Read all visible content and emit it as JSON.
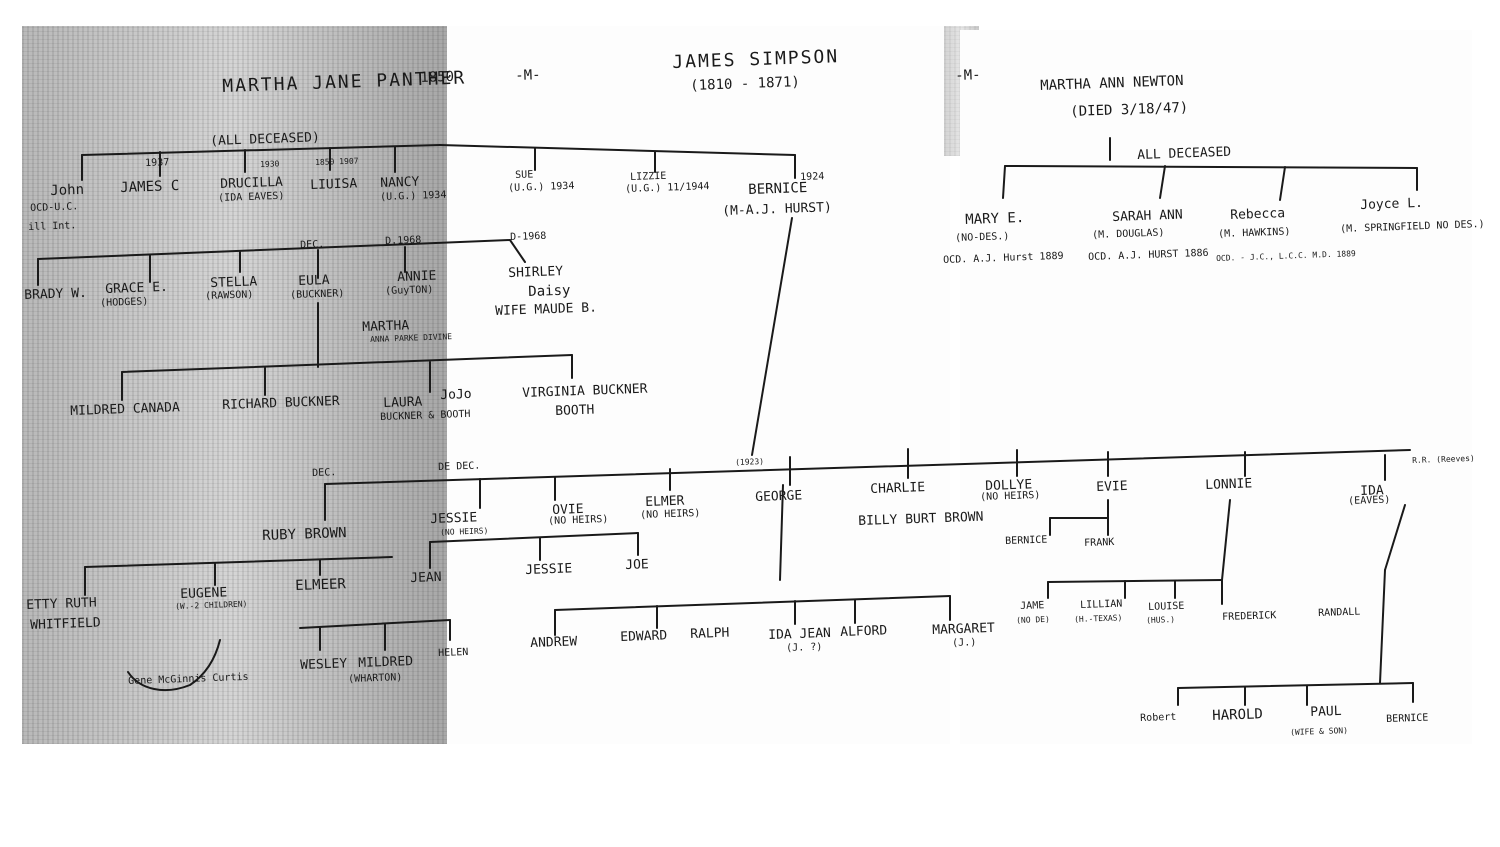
{
  "roots": {
    "wife1_name": "MARTHA JANE PANTHER",
    "wife1_years": "1850",
    "m1": "-M-",
    "husband_name": "JAMES SIMPSON",
    "husband_years": "(1810 - 1871)",
    "m2": "-M-",
    "wife2_name": "MARTHA ANN NEWTON",
    "wife2_died": "(DIED 3/18/47)"
  },
  "branch_notes": {
    "all_deceased_left": "(ALL DECEASED)",
    "all_deceased_right": "ALL DECEASED"
  },
  "gen2_left": [
    {
      "name": "John",
      "note": "OCD-U.C.",
      "extra": "ill Int."
    },
    {
      "name": "JAMES C",
      "note": "1937"
    },
    {
      "name": "DRUCILLA",
      "note": "(IDA EAVES)",
      "extra": "1930"
    },
    {
      "name": "LIUISA",
      "note": "1850 1907"
    },
    {
      "name": "NANCY",
      "note": "(U.G.) 1934"
    },
    {
      "name": "SUE",
      "note": "(U.G.) 1934"
    },
    {
      "name": "LIZZIE",
      "note": "(U.G.) 11/1944"
    },
    {
      "name": "BERNICE",
      "note": "(M-A.J. HURST)",
      "extra": "1924"
    }
  ],
  "gen2_right": [
    {
      "name": "MARY E.",
      "note": "(NO-DES.)",
      "extra": "OCD. A.J. Hurst 1889"
    },
    {
      "name": "SARAH ANN",
      "note": "(M. DOUGLAS)",
      "extra": "OCD. A.J. HURST 1886"
    },
    {
      "name": "Rebecca",
      "note": "(M. HAWKINS)",
      "extra": "OCD. - J.C., L.C.C. M.D. 1889"
    },
    {
      "name": "Joyce L.",
      "note": "(M. SPRINGFIELD NO DES.)"
    }
  ],
  "gen3_left_markers": {
    "dec": "DEC.",
    "d1968a": "D.1968",
    "d1968b": "D-1968"
  },
  "gen3_left": [
    {
      "name": "BRADY W."
    },
    {
      "name": "GRACE E.",
      "note": "(HODGES)"
    },
    {
      "name": "STELLA",
      "note": "(RAWSON)"
    },
    {
      "name": "EULA",
      "note": "(BUCKNER)"
    },
    {
      "name": "ANNIE",
      "note": "(GuyTON)"
    },
    {
      "name": "SHIRLEY"
    },
    {
      "name": "Daisy",
      "note": "WIFE MAUDE B."
    },
    {
      "name": "MARTHA",
      "note": "ANNA PARKE DIVINE"
    }
  ],
  "gen4_left": [
    {
      "name": "MILDRED CANADA"
    },
    {
      "name": "RICHARD BUCKNER"
    },
    {
      "name": "LAURA",
      "note": "BUCKNER & BOOTH"
    },
    {
      "name": "JoJo"
    },
    {
      "name": "VIRGINIA BUCKNER",
      "note": "BOOTH"
    }
  ],
  "gen3_bernice_markers": {
    "dec": "DEC.",
    "dec2": "DE DEC.",
    "year": "(1923)"
  },
  "gen3_bernice": [
    {
      "name": "RUBY BROWN"
    },
    {
      "name": "JESSIE",
      "note": "(NO HEIRS)"
    },
    {
      "name": "OVIE",
      "note": "(NO HEIRS)"
    },
    {
      "name": "ELMER",
      "note": "(NO HEIRS)"
    },
    {
      "name": "GEORGE"
    },
    {
      "name": "CHARLIE",
      "note": "BILLY BURT BROWN"
    },
    {
      "name": "DOLLYE",
      "note": "(NO HEIRS)"
    },
    {
      "name": "EVIE"
    },
    {
      "name": "LONNIE"
    },
    {
      "name": "IDA",
      "note": "(EAVES)",
      "extra": "R.R. (Reeves)"
    }
  ],
  "gen4_bernice": [
    {
      "name": "ETTY RUTH",
      "note": "WHITFIELD"
    },
    {
      "name": "EUGENE",
      "note": "(W.-2 CHILDREN)"
    },
    {
      "name": "ELMEER"
    },
    {
      "name": "JEAN"
    },
    {
      "name": "JESSIE"
    },
    {
      "name": "JOE"
    },
    {
      "name": "BERNICE"
    },
    {
      "name": "FRANK"
    },
    {
      "name": "JAME",
      "note": "(NO DE)"
    },
    {
      "name": "LILLIAN",
      "note": "(H.-TEXAS)"
    },
    {
      "name": "LOUISE",
      "note": "(HUS.)"
    },
    {
      "name": "FREDERICK"
    },
    {
      "name": "RANDALL"
    }
  ],
  "gen5_bernice": [
    {
      "name": "WESLEY"
    },
    {
      "name": "MILDRED",
      "note": "(WHARTON)"
    },
    {
      "name": "HELEN"
    },
    {
      "name": "ANDREW"
    },
    {
      "name": "EDWARD"
    },
    {
      "name": "RALPH"
    },
    {
      "name": "IDA JEAN",
      "note": "(J. ?)"
    },
    {
      "name": "ALFORD"
    },
    {
      "name": "MARGARET",
      "note": "(J.)"
    },
    {
      "name": "Robert"
    },
    {
      "name": "HAROLD"
    },
    {
      "name": "PAUL",
      "note": "(WIFE & SON)"
    },
    {
      "name": "BERNICE"
    }
  ],
  "signature": "Gene McGinnis Curtis"
}
